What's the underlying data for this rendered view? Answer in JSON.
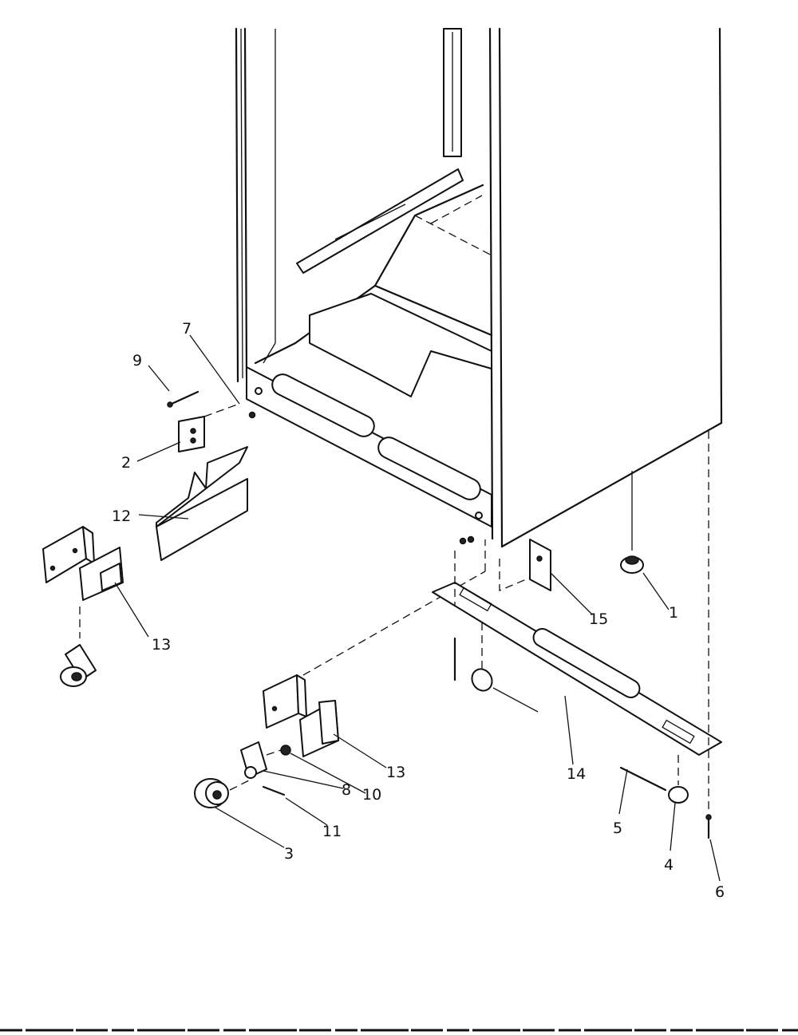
{
  "diagram": {
    "callouts": [
      {
        "id": "callout-1",
        "label": "1"
      },
      {
        "id": "callout-2",
        "label": "2"
      },
      {
        "id": "callout-3",
        "label": "3"
      },
      {
        "id": "callout-4",
        "label": "4"
      },
      {
        "id": "callout-5",
        "label": "5"
      },
      {
        "id": "callout-6",
        "label": "6"
      },
      {
        "id": "callout-7",
        "label": "7"
      },
      {
        "id": "callout-8",
        "label": "8"
      },
      {
        "id": "callout-9",
        "label": "9"
      },
      {
        "id": "callout-10",
        "label": "10"
      },
      {
        "id": "callout-11",
        "label": "11"
      },
      {
        "id": "callout-12",
        "label": "12"
      },
      {
        "id": "callout-13a",
        "label": "13"
      },
      {
        "id": "callout-13b",
        "label": "13"
      },
      {
        "id": "callout-14",
        "label": "14"
      },
      {
        "id": "callout-15",
        "label": "15"
      }
    ]
  }
}
